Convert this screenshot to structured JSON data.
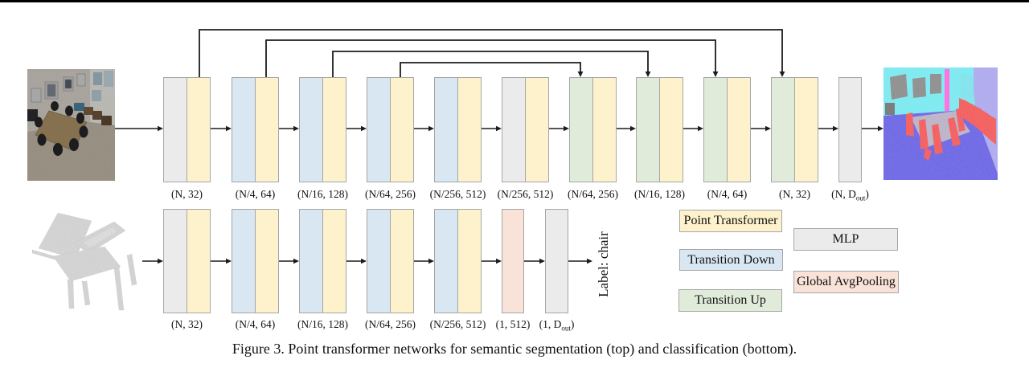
{
  "figure": {
    "caption": "Figure 3. Point transformer networks for semantic segmentation (top) and classification (bottom)."
  },
  "colors": {
    "point_transformer": "#fdf2cc",
    "transition_down": "#d9e7f3",
    "transition_up": "#e0ecd9",
    "mlp": "#ebebeb",
    "global_avgpooling": "#f9e2d8",
    "border": "#a6a6a6",
    "arrow": "#1c1c1c"
  },
  "legend": {
    "items": [
      {
        "label": "Point Transformer",
        "key": "point_transformer"
      },
      {
        "label": "Transition Down",
        "key": "transition_down"
      },
      {
        "label": "Transition Up",
        "key": "transition_up"
      },
      {
        "label": "MLP",
        "key": "mlp"
      },
      {
        "label": "Global AvgPooling",
        "key": "global_avgpooling"
      }
    ]
  },
  "segmentation": {
    "blocks": [
      {
        "cols": [
          "mlp",
          "point_transformer"
        ],
        "label": "(N, 32)"
      },
      {
        "cols": [
          "transition_down",
          "point_transformer"
        ],
        "label": "(N/4, 64)"
      },
      {
        "cols": [
          "transition_down",
          "point_transformer"
        ],
        "label": "(N/16, 128)"
      },
      {
        "cols": [
          "transition_down",
          "point_transformer"
        ],
        "label": "(N/64, 256)"
      },
      {
        "cols": [
          "transition_down",
          "point_transformer"
        ],
        "label": "(N/256, 512)"
      },
      {
        "cols": [
          "mlp",
          "point_transformer"
        ],
        "label": "(N/256, 512)"
      },
      {
        "cols": [
          "transition_up",
          "point_transformer"
        ],
        "label": "(N/64, 256)"
      },
      {
        "cols": [
          "transition_up",
          "point_transformer"
        ],
        "label": "(N/16, 128)"
      },
      {
        "cols": [
          "transition_up",
          "point_transformer"
        ],
        "label": "(N/4, 64)"
      },
      {
        "cols": [
          "transition_up",
          "point_transformer"
        ],
        "label": "(N, 32)"
      },
      {
        "cols": [
          "mlp"
        ],
        "label_pre": "(N, D",
        "label_sub": "out",
        "label_post": ")"
      }
    ]
  },
  "classification": {
    "blocks": [
      {
        "cols": [
          "mlp",
          "point_transformer"
        ],
        "label": "(N, 32)"
      },
      {
        "cols": [
          "transition_down",
          "point_transformer"
        ],
        "label": "(N/4, 64)"
      },
      {
        "cols": [
          "transition_down",
          "point_transformer"
        ],
        "label": "(N/16, 128)"
      },
      {
        "cols": [
          "transition_down",
          "point_transformer"
        ],
        "label": "(N/64, 256)"
      },
      {
        "cols": [
          "transition_down",
          "point_transformer"
        ],
        "label": "(N/256, 512)"
      },
      {
        "cols": [
          "global_avgpooling"
        ],
        "label": "(1, 512)"
      },
      {
        "cols": [
          "mlp"
        ],
        "label_pre": "(1, D",
        "label_sub": "out",
        "label_post": ")"
      }
    ],
    "output_label": "Label: chair"
  }
}
